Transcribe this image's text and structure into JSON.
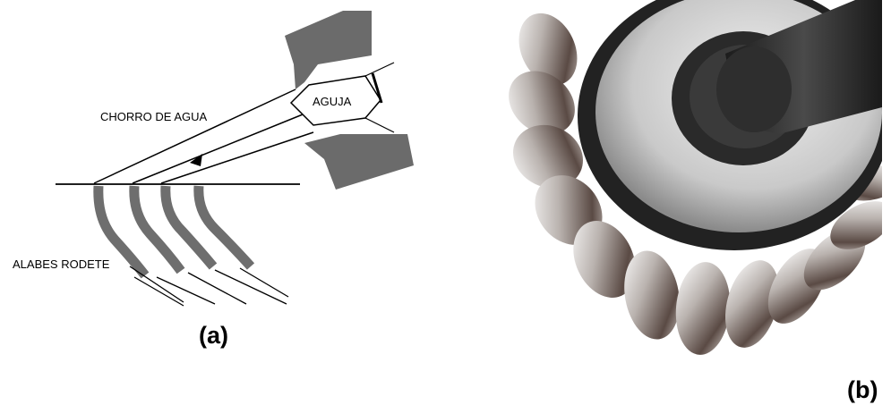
{
  "figure_a": {
    "label_jet": "CHORRO DE AGUA",
    "label_needle": "AGUJA",
    "label_blades": "ALABES RODETE",
    "caption": "(a)"
  },
  "figure_b": {
    "caption": "(b)"
  },
  "colors": {
    "blade_gray": "#6e6e6e",
    "nozzle_gray": "#6b6b6b",
    "line": "#000000",
    "steel_light": "#e8e8e8",
    "steel_dark": "#5a4a44",
    "shaft": "#333333"
  }
}
